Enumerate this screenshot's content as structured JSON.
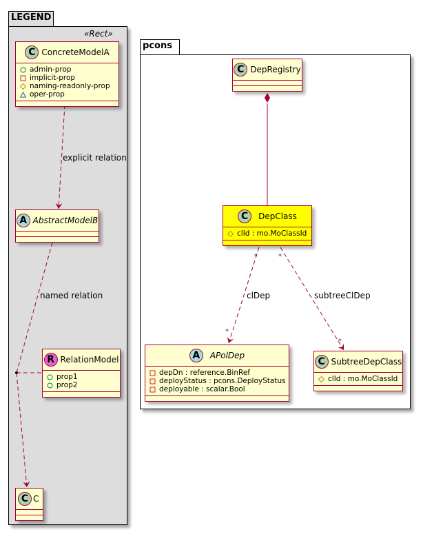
{
  "legend": {
    "title": "LEGEND",
    "stereotype": "«Rect»",
    "concrete_model": {
      "type": "C",
      "name": "ConcreteModelA",
      "attributes": [
        {
          "visibility": "public",
          "name": "admin-prop"
        },
        {
          "visibility": "private",
          "name": "implicit-prop"
        },
        {
          "visibility": "protected",
          "name": "naming-readonly-prop"
        },
        {
          "visibility": "package",
          "name": "oper-prop"
        }
      ]
    },
    "abstract_model": {
      "type": "A",
      "name": "AbstractModelB"
    },
    "relation_model": {
      "type": "R",
      "name": "RelationModel",
      "attributes": [
        {
          "visibility": "public",
          "name": "prop1"
        },
        {
          "visibility": "public",
          "name": "prop2"
        }
      ]
    },
    "target_class": {
      "type": "C",
      "name": "C"
    },
    "edges": {
      "explicit": "explicit relation",
      "named": "named relation"
    }
  },
  "pcons": {
    "title": "pcons",
    "dep_registry": {
      "type": "C",
      "name": "DepRegistry"
    },
    "dep_class": {
      "type": "C",
      "name": "DepClass",
      "highlight_color": "#FFFF00",
      "attributes": [
        {
          "visibility": "protected",
          "name": "clId : mo.MoClassId"
        }
      ]
    },
    "apol_dep": {
      "type": "A",
      "name": "APolDep",
      "attributes": [
        {
          "visibility": "private",
          "name": "depDn : reference.BinRef"
        },
        {
          "visibility": "private",
          "name": "deployStatus : pcons.DeployStatus"
        },
        {
          "visibility": "private",
          "name": "deployable : scalar.Bool"
        }
      ]
    },
    "subtree_dep_class": {
      "type": "C",
      "name": "SubtreeDepClass",
      "attributes": [
        {
          "visibility": "protected",
          "name": "clId : mo.MoClassId"
        }
      ]
    },
    "edges": {
      "cl_dep": {
        "label": "clDep",
        "source_mult": "*",
        "target_mult": "*"
      },
      "subtree_cl_dep": {
        "label": "subtreeClDep",
        "source_mult": "*",
        "target_mult": "*"
      }
    }
  },
  "colors": {
    "class_fill": "#FEFECE",
    "class_border": "#A80036",
    "legend_fill": "#DDDDDD",
    "highlight": "#FFFF00"
  }
}
